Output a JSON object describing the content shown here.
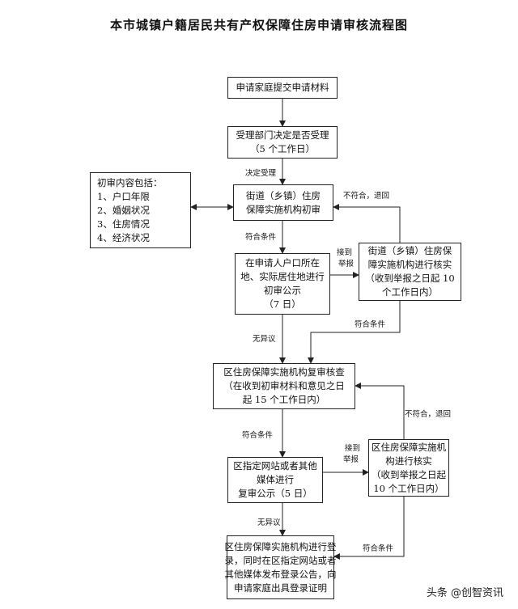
{
  "title": "本市城镇户籍居民共有产权保障住房申请审核流程图",
  "boxes": {
    "submit": [
      "申请家庭提交申请材料"
    ],
    "accept": [
      "受理部门决定是否受理",
      "（5 个工作日）"
    ],
    "first_review_contents": [
      "初审内容包括：",
      "1、户口年限",
      "2、婚姻状况",
      "3、住房情况",
      "4、经济状况"
    ],
    "street_review": [
      "街道（乡镇）住房",
      "保障实施机构初审"
    ],
    "first_publicity": [
      "在申请人户口所在",
      "地、实际居住地进行",
      "初审公示",
      "（7 日）"
    ],
    "street_verify": [
      "街道（乡镇）住房保",
      "障实施机构进行核实",
      "（收到举报之日起 10",
      "个工作日内）"
    ],
    "district_review": [
      "区住房保障实施机构复审核查",
      "（在收到初审材料和意见之日",
      "起 15 个工作日内）"
    ],
    "second_publicity": [
      "区指定网站或者其他",
      "媒体进行",
      "复审公示（5 日）"
    ],
    "district_verify": [
      "区住房保障实施机",
      "构进行核实",
      "（收到举报之日起",
      "10 个工作日内）"
    ],
    "register": [
      "区住房保障实施机构进行登",
      "录，同时在区指定网站或者",
      "其他媒体发布登录公告，向",
      "申请家庭出具登录证明"
    ]
  },
  "labels": {
    "decide_accept": "决定受理",
    "not_meet_return_1": "不符合，退回",
    "meet_cond_1": "符合条件",
    "report_1_a": "接到",
    "report_1_b": "举报",
    "meet_cond_2": "符合条件",
    "no_objection_1": "无异议",
    "not_meet_return_2": "不符合，退回",
    "meet_cond_3": "符合条件",
    "report_2_a": "接到",
    "report_2_b": "举报",
    "no_objection_2": "无异议",
    "meet_cond_4": "符合条件"
  },
  "watermark": "头条 @创智资讯"
}
